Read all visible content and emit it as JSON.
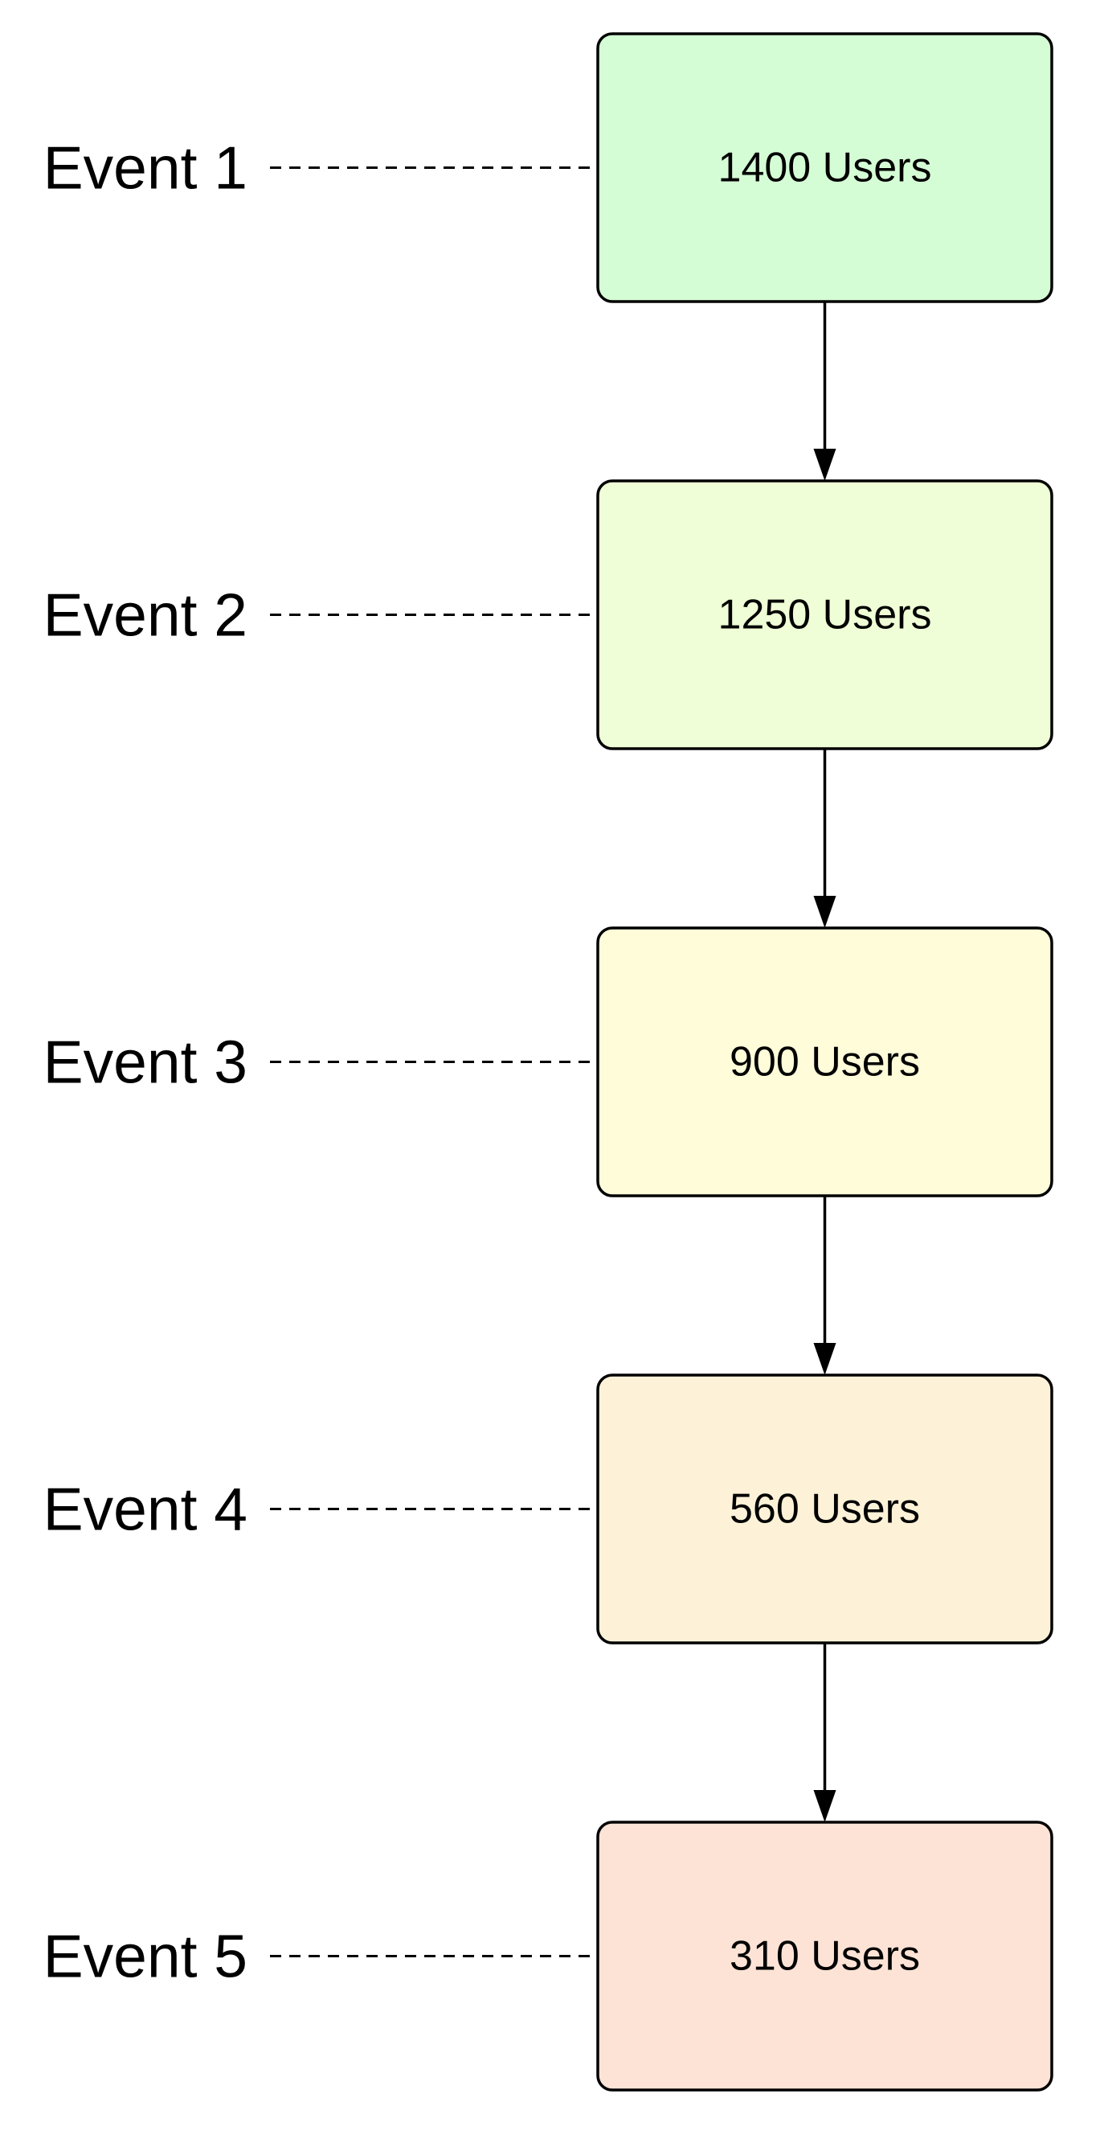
{
  "stages": [
    {
      "event_label": "Event 1",
      "box_label": "1400 Users",
      "users": 1400,
      "fill": "#d5fdd5"
    },
    {
      "event_label": "Event 2",
      "box_label": "1250 Users",
      "users": 1250,
      "fill": "#effed6"
    },
    {
      "event_label": "Event 3",
      "box_label": "900 Users",
      "users": 900,
      "fill": "#fefcd9"
    },
    {
      "event_label": "Event 4",
      "box_label": "560 Users",
      "users": 560,
      "fill": "#fdf2d7"
    },
    {
      "event_label": "Event 5",
      "box_label": "310 Users",
      "users": 310,
      "fill": "#fde3d6"
    }
  ]
}
